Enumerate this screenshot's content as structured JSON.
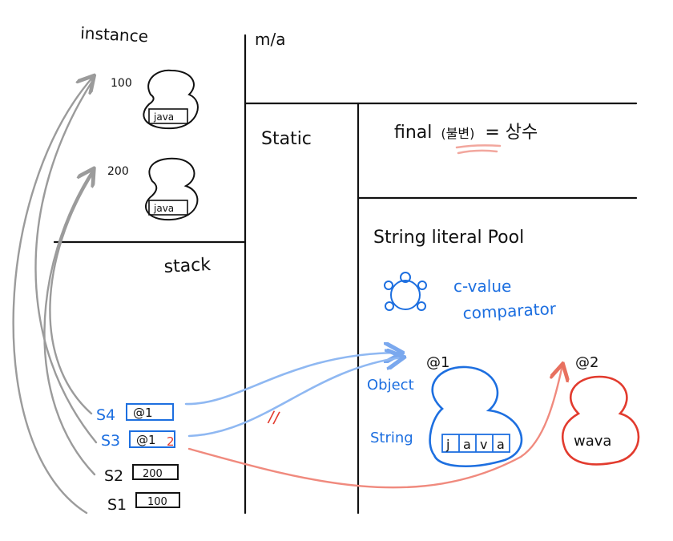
{
  "regions": {
    "instance": "instance",
    "method_area": "m/a",
    "static": "Static",
    "final": "final",
    "final_note": "(불변)",
    "final_equals": "= 상수",
    "stack": "stack",
    "string_pool": "String literal Pool"
  },
  "heap_objects": [
    {
      "address": "100",
      "value": "java"
    },
    {
      "address": "200",
      "value": "java"
    }
  ],
  "pool_comparator": {
    "line1": "c-value",
    "line2": "comparator"
  },
  "pool_objects": [
    {
      "address": "@1",
      "type_outer": "Object",
      "type_inner": "String",
      "chars": [
        "j",
        "a",
        "v",
        "a"
      ]
    },
    {
      "address": "@2",
      "value": "wava"
    }
  ],
  "stack_vars": [
    {
      "name": "S4",
      "value": "@1"
    },
    {
      "name": "S3",
      "value": "@1",
      "overwrite": "2"
    },
    {
      "name": "S2",
      "value": "200"
    },
    {
      "name": "S1",
      "value": "100"
    }
  ],
  "strike_mark": "//",
  "colors": {
    "ink": "#111111",
    "blue": "#1d6fe0",
    "light_blue": "#8fb8f2",
    "red": "#e23b2e",
    "light_red": "#f08a7e",
    "arrow_gray": "#9b9b9b",
    "highlight": "#f2a79e"
  }
}
